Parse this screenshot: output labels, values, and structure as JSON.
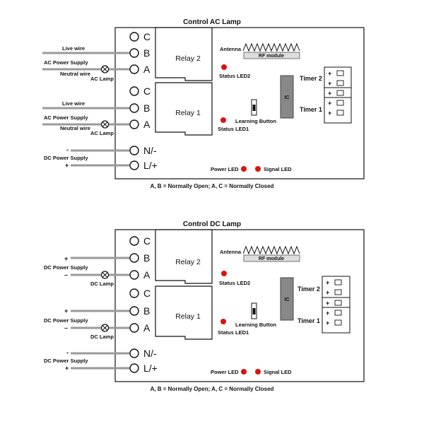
{
  "diagrams": [
    {
      "title": "Control AC Lamp",
      "note": "A, B = Normally Open; A, C = Normally Closed",
      "terminals": [
        "C",
        "B",
        "A",
        "C",
        "B",
        "A",
        "N/-",
        "L/+"
      ],
      "relays": [
        "Relay 2",
        "Relay 1"
      ],
      "status_leds": [
        "Status LED2",
        "Status LED1"
      ],
      "antenna": "Antenna",
      "rf_module": "RF module",
      "ic": "IC",
      "learning_button": "Learning Button",
      "timers": [
        "Timer 2",
        "Timer 1"
      ],
      "timer_plus": [
        "+",
        "+",
        "+",
        "+",
        "+"
      ],
      "power_led": "Power LED",
      "signal_led": "Signal LED",
      "relay2_wiring": {
        "top": "Live wire",
        "supply": "AC Power Supply",
        "bottom": "Neutral wire",
        "lamp": "AC Lamp"
      },
      "relay1_wiring": {
        "top": "Live wire",
        "supply": "AC Power Supply",
        "bottom": "Neutral wire",
        "lamp": "AC Lamp"
      },
      "power_wiring": {
        "top": "-",
        "supply": "DC Power Supply",
        "bottom": "+"
      }
    },
    {
      "title": "Control DC Lamp",
      "note": "A, B = Normally Open; A, C = Normally Closed",
      "terminals": [
        "C",
        "B",
        "A",
        "C",
        "B",
        "A",
        "N/-",
        "L/+"
      ],
      "relays": [
        "Relay 2",
        "Relay 1"
      ],
      "status_leds": [
        "Status LED2",
        "Status LED1"
      ],
      "antenna": "Antenna",
      "rf_module": "RF module",
      "ic": "IC",
      "learning_button": "Learning Button",
      "timers": [
        "Timer 2",
        "Timer 1"
      ],
      "timer_plus": [
        "+",
        "+",
        "+",
        "+",
        "+"
      ],
      "power_led": "Power LED",
      "signal_led": "Signal LED",
      "relay2_wiring": {
        "top": "+",
        "supply": "DC Power Supply",
        "bottom": "–",
        "lamp": "DC Lamp"
      },
      "relay1_wiring": {
        "top": "+",
        "supply": "DC Power Supply",
        "bottom": "–",
        "lamp": "DC Lamp"
      },
      "power_wiring": {
        "top": "-",
        "supply": "DC Power Supply",
        "bottom": "+"
      }
    }
  ],
  "colors": {
    "led": "#d81414",
    "wire": "#9a9a9a",
    "ic": "#888888",
    "rf": "#dddddd"
  }
}
